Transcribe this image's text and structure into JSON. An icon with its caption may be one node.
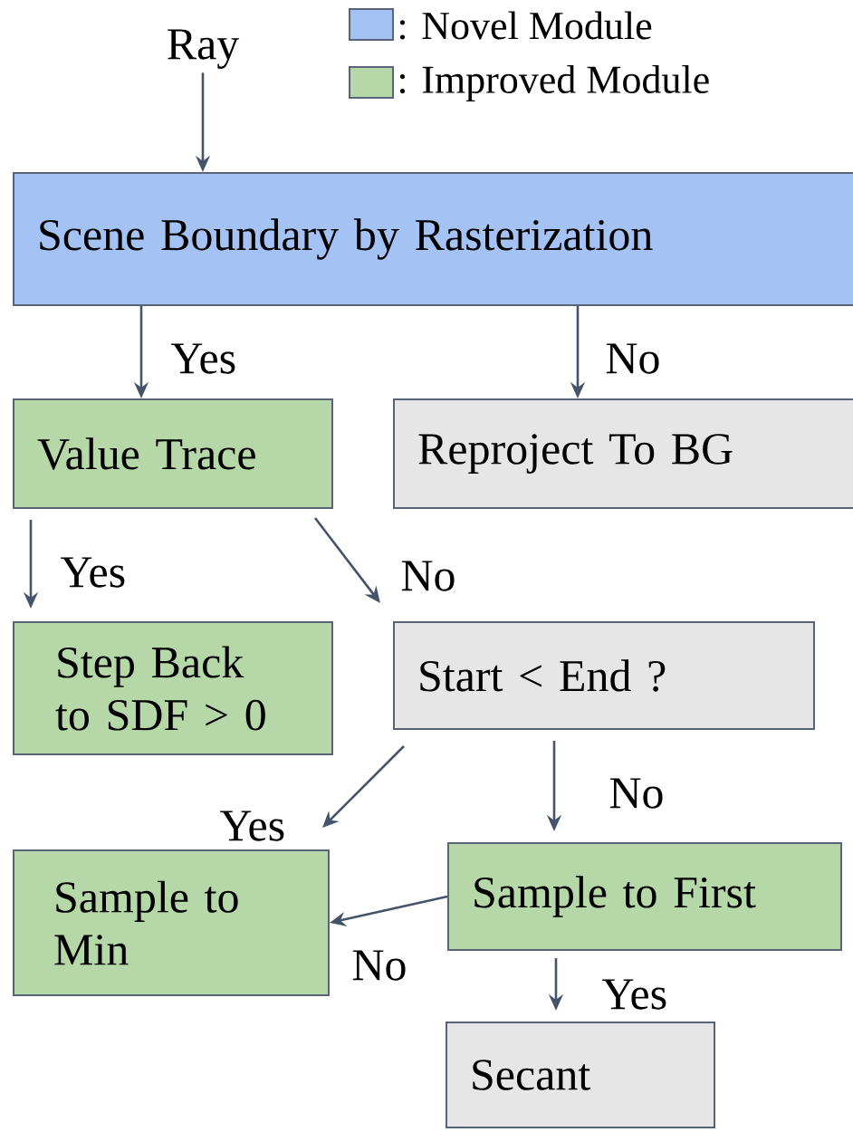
{
  "diagram": {
    "nodes": [
      {
        "text": [
          "Ray"
        ]
      },
      {
        "text": [
          "Scene Boundary by Rasterization"
        ]
      },
      {
        "text": [
          "Value Trace"
        ]
      },
      {
        "text": [
          "Reproject To BG"
        ]
      },
      {
        "text": [
          "Step Back to SDF > 0"
        ]
      },
      {
        "text": [
          "Start < End ?"
        ]
      },
      {
        "text": [
          "Sample to Min"
        ]
      },
      {
        "text": [
          "Sample to First"
        ]
      },
      {
        "text": [
          "Secant"
        ]
      }
    ],
    "edges": [
      {
        "from": 0,
        "to": 1,
        "arrow": "to"
      },
      {
        "from": 1,
        "to": 2,
        "arrow": "to",
        "label": "Yes"
      },
      {
        "from": 1,
        "to": 3,
        "arrow": "to",
        "label": "No"
      },
      {
        "from": 2,
        "to": 4,
        "arrow": "to",
        "label": "Yes"
      },
      {
        "from": 2,
        "to": 5,
        "arrow": "to",
        "label": "No"
      },
      {
        "from": 5,
        "to": 6,
        "arrow": "to",
        "label": "Yes"
      },
      {
        "from": 5,
        "to": 7,
        "arrow": "to",
        "label": "No"
      },
      {
        "from": 7,
        "to": 6,
        "arrow": "to",
        "label": "No"
      },
      {
        "from": 7,
        "to": 8,
        "arrow": "to",
        "label": "Yes"
      }
    ],
    "legend": [
      {
        "text": ": Novel Module",
        "color": "#a4c2f4"
      },
      {
        "text": ": Improved Module",
        "color": "#b6d7a8"
      }
    ]
  }
}
